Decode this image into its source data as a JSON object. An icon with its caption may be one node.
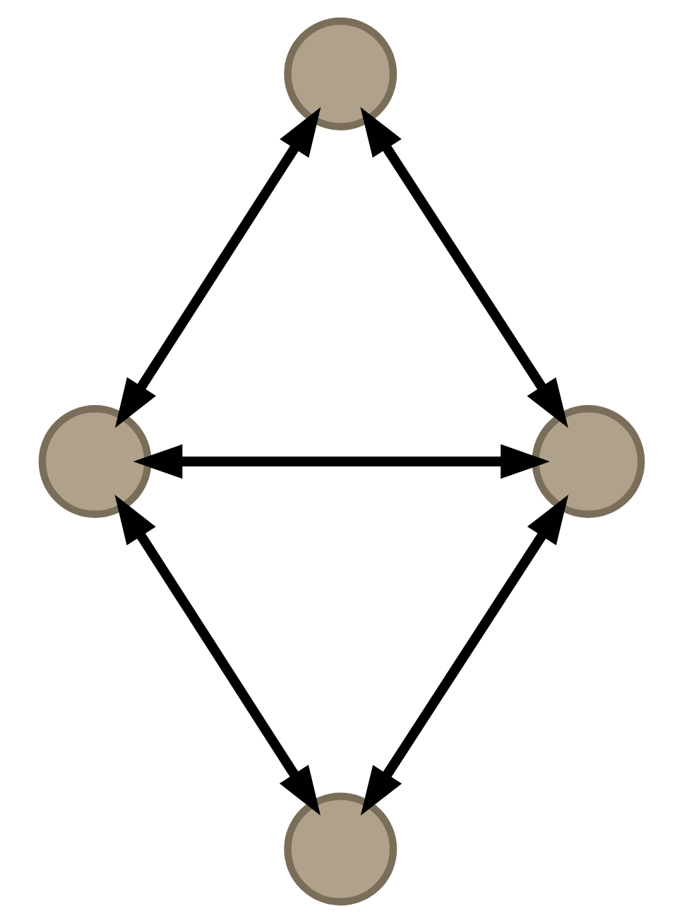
{
  "diagram": {
    "nodes": [
      {
        "text": [],
        "shape": "circle"
      },
      {
        "text": [],
        "shape": "circle"
      },
      {
        "text": [],
        "shape": "circle"
      },
      {
        "text": [],
        "shape": "circle"
      }
    ],
    "edges": [
      {
        "from": 0,
        "to": 1,
        "arrow": "both"
      },
      {
        "from": 0,
        "to": 2,
        "arrow": "both"
      },
      {
        "from": 1,
        "to": 2,
        "arrow": "both"
      },
      {
        "from": 1,
        "to": 3,
        "arrow": "both"
      },
      {
        "from": 2,
        "to": 3,
        "arrow": "both"
      }
    ]
  }
}
